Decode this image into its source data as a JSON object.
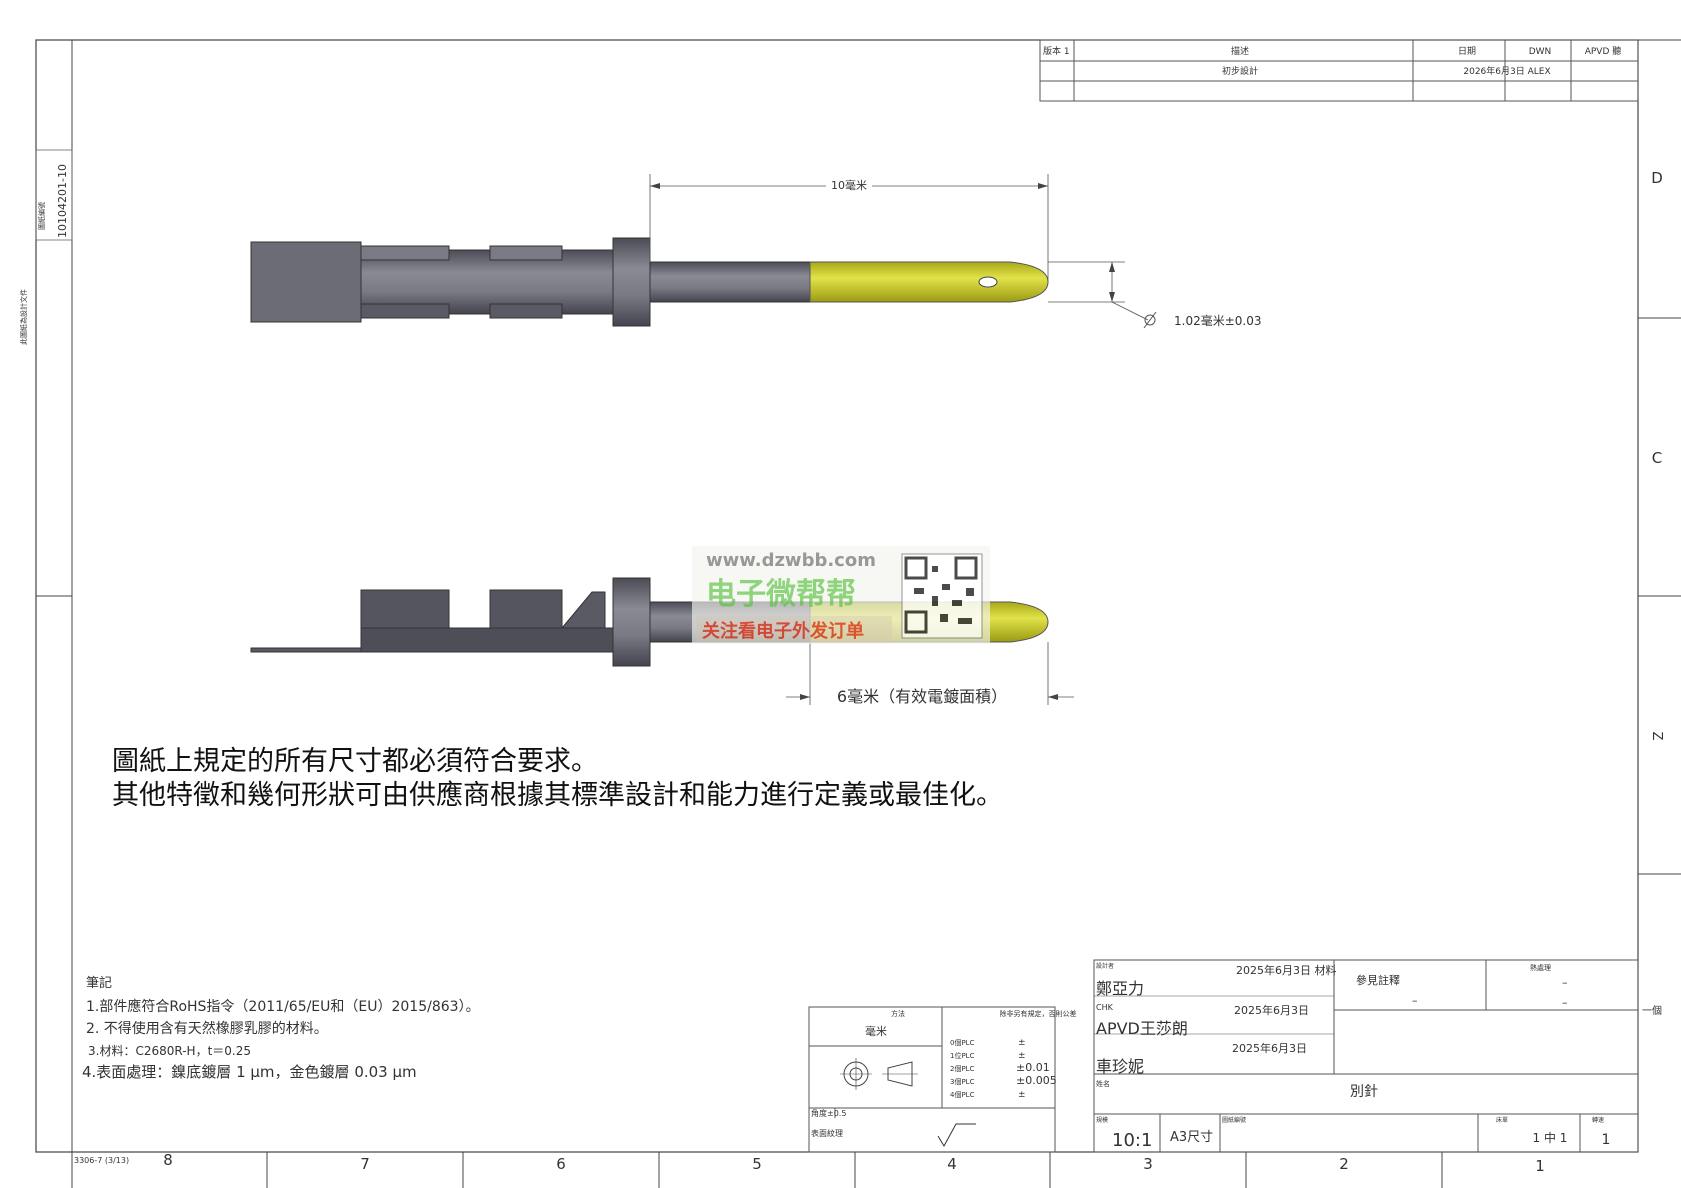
{
  "side_labels": {
    "drawing_no_label": "圖紙編號",
    "drawing_no": "10104201-10",
    "outer_note": "此圖紙為設計文件"
  },
  "revision_table": {
    "headers": [
      "版本 1",
      "描述",
      "日期",
      "DWN",
      "APVD 聽"
    ],
    "row": {
      "desc": "初步設計",
      "date": "2026年6月3日 ALEX"
    }
  },
  "zones_right": [
    "D",
    "C",
    "Z"
  ],
  "zones_bottom": [
    "8",
    "7",
    "6",
    "5",
    "4",
    "3",
    "2",
    "1"
  ],
  "dimensions": {
    "length_top": "10毫米",
    "diameter": "1.02毫米±0.03",
    "plating_len": "6毫米（有效電鍍面積）"
  },
  "watermark": {
    "url": "www.dzwbb.com",
    "brand": "电子微帮帮",
    "slogan": "关注看电子外发订单"
  },
  "requirements": [
    "圖紙上規定的所有尺寸都必須符合要求。",
    "其他特徵和幾何形狀可由供應商根據其標準設計和能力進行定義或最佳化。"
  ],
  "notes": {
    "title": "筆記",
    "items": [
      "1.部件應符合RoHS指令（2011/65/EU和（EU）2015/863）。",
      "2. 不得使用含有天然橡膠乳膠的材料。",
      "3.材料：C2680R-H，t＝0.25",
      "4.表面處理：鎳底鍍層 1 µm，金色鍍層 0.03 µm"
    ]
  },
  "tolerance_block": {
    "method_label": "方法",
    "unit": "毫米",
    "header": "除非另有規定，否則公差",
    "rows": [
      {
        "plc": "0個PLC",
        "val": "±"
      },
      {
        "plc": "1位PLC",
        "val": "±"
      },
      {
        "plc": "2個PLC",
        "val": "±0.01"
      },
      {
        "plc": "3個PLC",
        "val": "±0.005"
      },
      {
        "plc": "4個PLC",
        "val": "±"
      }
    ],
    "angle": "角度±0.5",
    "surface": "表面紋理"
  },
  "title_block": {
    "designer_label": "設計者",
    "designer": "鄭亞力",
    "designer_date": "2025年6月3日 材料",
    "material_ref": "參見註釋",
    "dash1": "–",
    "finish_label": "熱處理",
    "dash2": "–",
    "dash3": "–",
    "chk_label": "CHK",
    "checker": "APVD王莎朗",
    "checker_date": "2025年6月3日",
    "approver": "車珍妮",
    "approver_date": "2025年6月3日",
    "name_label": "姓名",
    "part_name": "別針",
    "scale_label": "規模",
    "scale": "10:1",
    "size": "A3尺寸",
    "drawing_label": "圖紙編號",
    "sheet_label": "床單",
    "sheet": "1 中 1",
    "rev_label": "轉速",
    "rev": "1",
    "one_label": "一個"
  },
  "form_no": "3306-7 (3/13)",
  "colors": {
    "body": "#6e6e78",
    "body_dark": "#4a4a54",
    "gold": "#c8c82a",
    "line": "#555555"
  }
}
